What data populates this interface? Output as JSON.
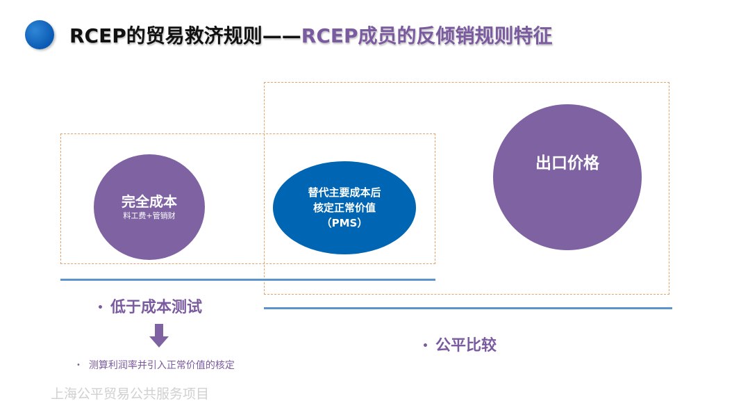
{
  "title": {
    "part1": "RCEP的贸易救济规则——",
    "part2": "RCEP成员的反倾销规则特征"
  },
  "circles": {
    "full_cost": {
      "label": "完全成本",
      "sublabel": "料工费+管销财"
    },
    "pms": {
      "line1": "替代主要成本后",
      "line2": "核定正常价值",
      "line3": "（PMS）"
    },
    "export_price": {
      "label": "出口价格"
    }
  },
  "bullets": {
    "below_cost": "低于成本测试",
    "fair_compare": "公平比较",
    "sub_item": "测算利润率并引入正常价值的核定",
    "dot": "•"
  },
  "footer": {
    "text": "上海公平贸易公共服务项目"
  },
  "colors": {
    "purple": "#7e62a2",
    "blue": "#0066b3",
    "dashed_border": "#e8a36a",
    "line_blue": "#5b93cc"
  }
}
